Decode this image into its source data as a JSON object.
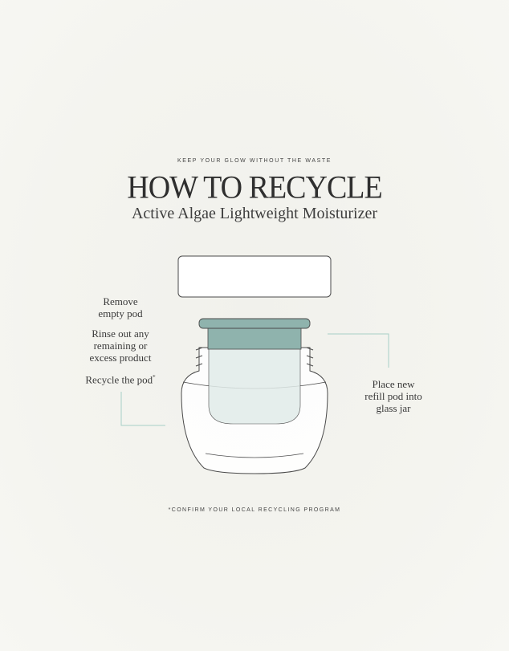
{
  "header": {
    "eyebrow": "KEEP YOUR GLOW WITHOUT THE WASTE",
    "title": "HOW TO RECYCLE",
    "subtitle": "Active Algae Lightweight Moisturizer"
  },
  "steps": {
    "remove": [
      "Remove",
      "empty pod"
    ],
    "rinse": [
      "Rinse out any",
      "remaining or",
      "excess product"
    ],
    "recycle": "Recycle the pod",
    "recycle_mark": "*",
    "place": [
      "Place new",
      "refill pod into",
      "glass jar"
    ]
  },
  "footnote": "*CONFIRM YOUR LOCAL RECYCLING PROGRAM",
  "colors": {
    "background": "#f4f4ef",
    "pod_teal": "#8fb3ad",
    "pod_light": "#e1ebe9",
    "callout_line": "#a7cfc7",
    "outline": "#4a4a4a"
  }
}
